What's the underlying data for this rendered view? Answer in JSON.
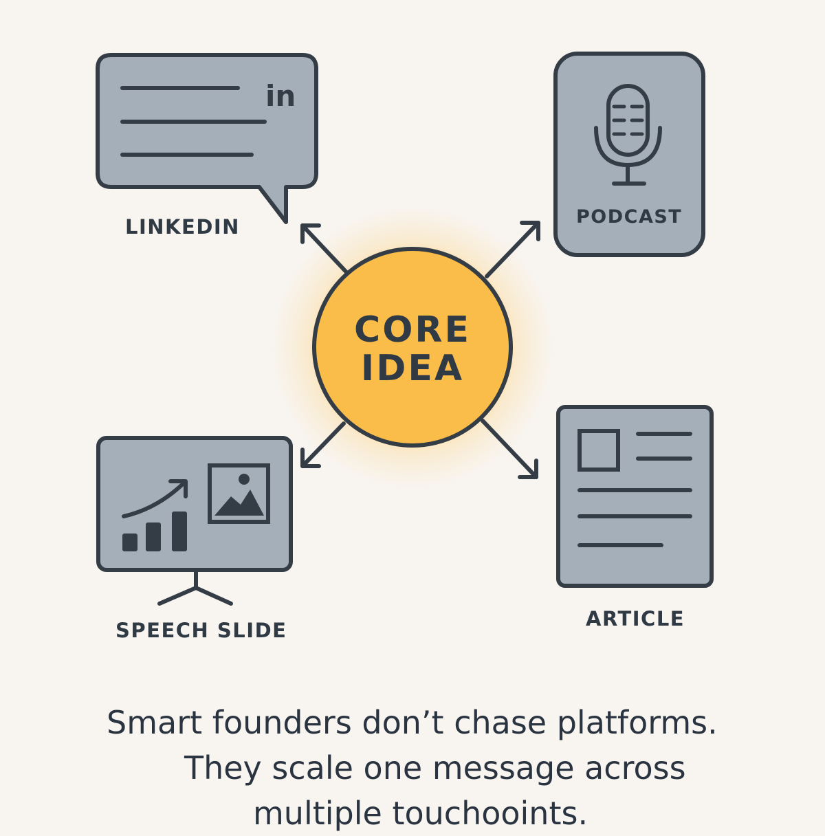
{
  "core": {
    "line1": "CORE",
    "line2": "IDEA",
    "fill_color": "#fbbd4a",
    "glow_color": "#ffb938"
  },
  "nodes": {
    "linkedin": {
      "label": "LINKEDIN",
      "icon": "speech-bubble-icon",
      "badge": "in"
    },
    "podcast": {
      "label": "PODCAST",
      "icon": "microphone-icon"
    },
    "speech_slide": {
      "label": "SPEECH SLIDE",
      "icon": "presentation-slide-icon"
    },
    "article": {
      "label": "ARTICLE",
      "icon": "document-icon"
    }
  },
  "tagline": {
    "line1": "Smart founders don’t chase platforms.",
    "line2": "They scale one message across",
    "line3": "multiple touchooints."
  },
  "colors": {
    "background": "#f8f4ef",
    "icon_fill": "#a5afba",
    "stroke": "#343d46",
    "text": "#2f3a45"
  }
}
